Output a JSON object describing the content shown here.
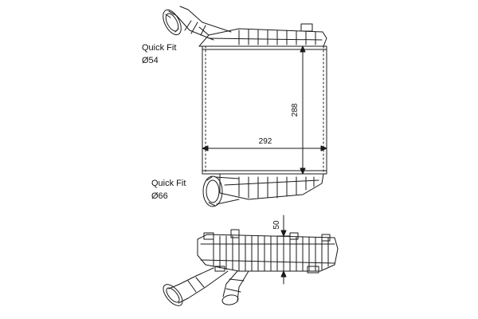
{
  "callouts": {
    "top_fit_title": "Quick Fit",
    "top_fit_diameter": "Ø54",
    "bottom_fit_title": "Quick Fit",
    "bottom_fit_diameter": "Ø66"
  },
  "dimensions": {
    "width": "292",
    "height": "288",
    "depth": "50"
  },
  "colors": {
    "line": "#1a1a1a",
    "background": "#ffffff"
  }
}
